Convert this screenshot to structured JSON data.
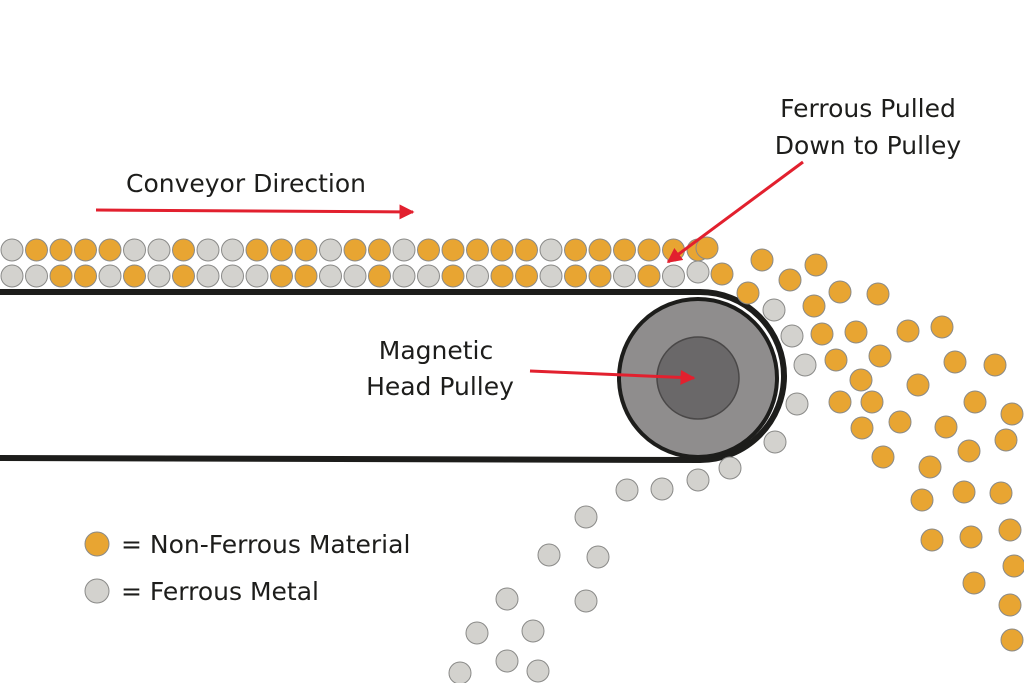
{
  "labels": {
    "conveyor_direction": "Conveyor Direction",
    "ferrous_pulled_line1": "Ferrous Pulled",
    "ferrous_pulled_line2": "Down to Pulley",
    "magnetic_line1": "Magnetic",
    "magnetic_line2": "Head Pulley"
  },
  "legend": [
    {
      "label": "= Non-Ferrous Material",
      "color": "#E8A532"
    },
    {
      "label": "= Ferrous Metal",
      "color": "#D3D2CE"
    }
  ],
  "colors": {
    "non_ferrous": "#E8A532",
    "ferrous": "#D3D2CE",
    "particle_outline": "#8a8a88",
    "arrow": "#E2202E",
    "belt": "#1d1d1b",
    "pulley_outer": "#8F8D8D",
    "pulley_inner": "#6A6869"
  }
}
